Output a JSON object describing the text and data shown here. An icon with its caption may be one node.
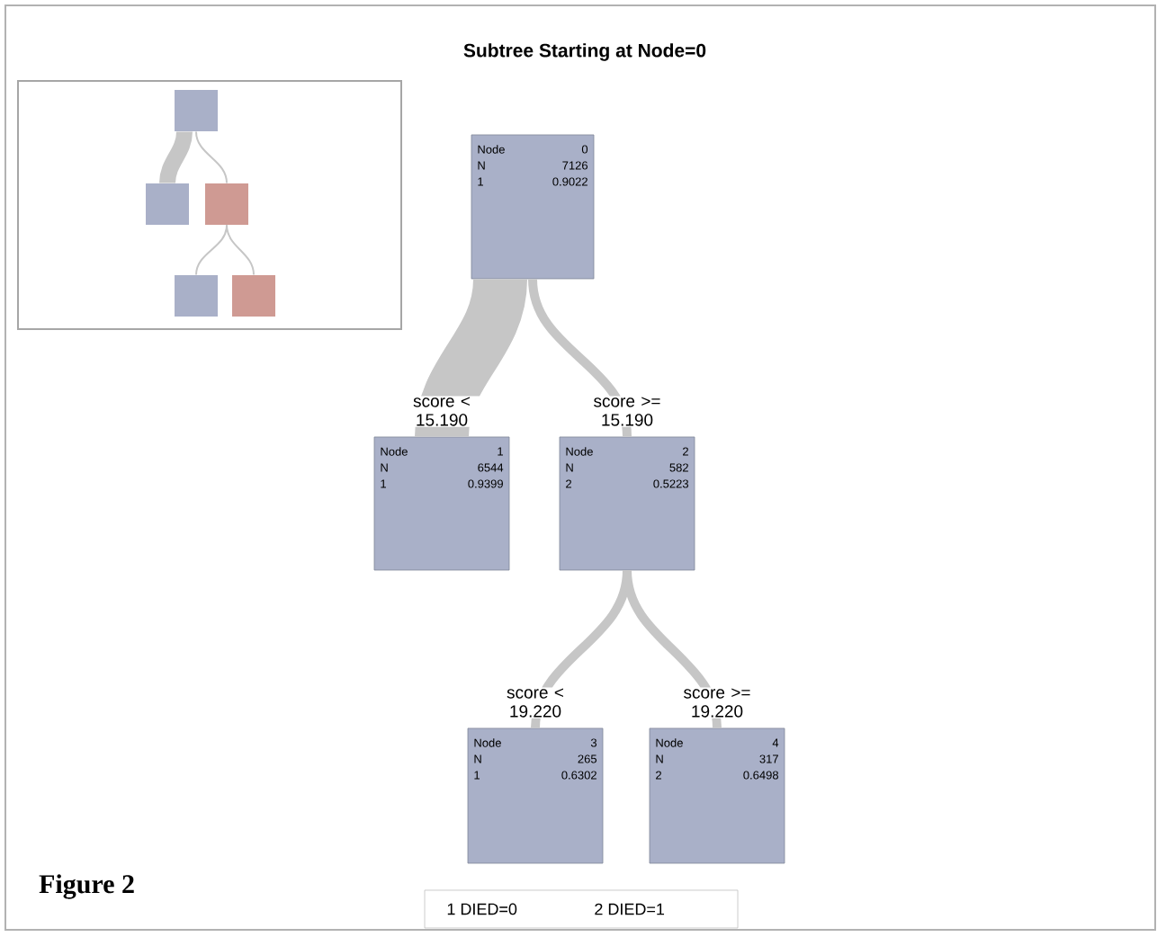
{
  "diagram": {
    "title": "Subtree Starting at Node=0",
    "caption": "Figure 2",
    "nodes": [
      {
        "text": [
          "Node",
          "0",
          "N",
          "7126",
          "1",
          "0.9022"
        ]
      },
      {
        "text": [
          "Node",
          "1",
          "N",
          "6544",
          "1",
          "0.9399"
        ]
      },
      {
        "text": [
          "Node",
          "2",
          "N",
          "582",
          "2",
          "0.5223"
        ]
      },
      {
        "text": [
          "Node",
          "3",
          "N",
          "265",
          "1",
          "0.6302"
        ]
      },
      {
        "text": [
          "Node",
          "4",
          "N",
          "317",
          "2",
          "0.6498"
        ]
      },
      {
        "text": [],
        "shape": "box"
      },
      {
        "text": [],
        "shape": "box",
        "in": 5
      },
      {
        "text": [],
        "shape": "box",
        "in": 5
      },
      {
        "text": [],
        "shape": "box",
        "in": 5
      },
      {
        "text": [],
        "shape": "box",
        "in": 5
      },
      {
        "text": [],
        "shape": "box",
        "in": 5
      }
    ],
    "edges": [
      {
        "from": 0,
        "to": 1,
        "arrow": "none",
        "label": "score < 15.190",
        "style": "thick"
      },
      {
        "from": 0,
        "to": 2,
        "arrow": "none",
        "label": "score >= 15.190"
      },
      {
        "from": 2,
        "to": 3,
        "arrow": "none",
        "label": "score < 19.220"
      },
      {
        "from": 2,
        "to": 4,
        "arrow": "none",
        "label": "score >= 19.220"
      },
      {
        "from": 6,
        "to": 7,
        "arrow": "none",
        "style": "thick"
      },
      {
        "from": 6,
        "to": 8,
        "arrow": "none"
      },
      {
        "from": 8,
        "to": 9,
        "arrow": "none"
      },
      {
        "from": 8,
        "to": 10,
        "arrow": "none"
      }
    ],
    "labels": [
      "1 DIED=0",
      "2 DIED=1"
    ]
  }
}
